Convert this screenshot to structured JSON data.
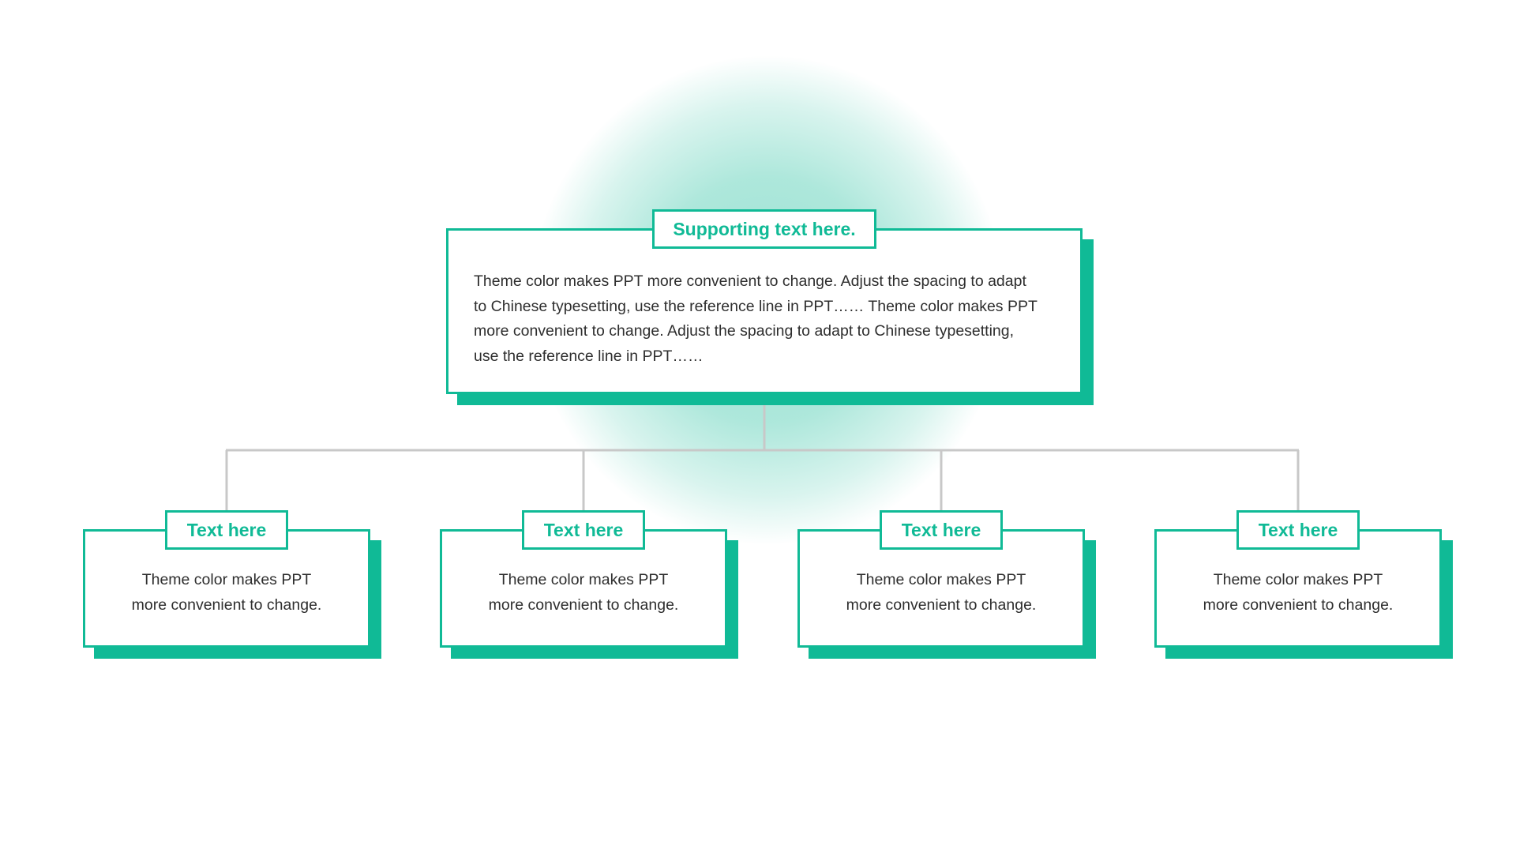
{
  "colors": {
    "accent": "#10ba96",
    "connector": "#c8c8c8",
    "text": "#2e2e2e"
  },
  "main": {
    "title": "Supporting text here.",
    "lines": [
      "Theme  color makes PPT more convenient  to change.  Adjust  the spacing to adapt",
      "to Chinese  typesetting, use the reference line  in  PPT……  Theme color makes PPT",
      "more convenient  to change.  Adjust the spacing  to adapt to Chinese  typesetting,",
      "use  the  reference line  in  PPT……"
    ]
  },
  "children": [
    {
      "title": "Text here",
      "line1": "Theme  color makes PPT",
      "line2": "more convenient  to change."
    },
    {
      "title": "Text here",
      "line1": "Theme  color makes PPT",
      "line2": "more convenient  to change."
    },
    {
      "title": "Text here",
      "line1": "Theme  color makes PPT",
      "line2": "more convenient  to change."
    },
    {
      "title": "Text here",
      "line1": "Theme  color makes PPT",
      "line2": "more convenient  to change."
    }
  ]
}
